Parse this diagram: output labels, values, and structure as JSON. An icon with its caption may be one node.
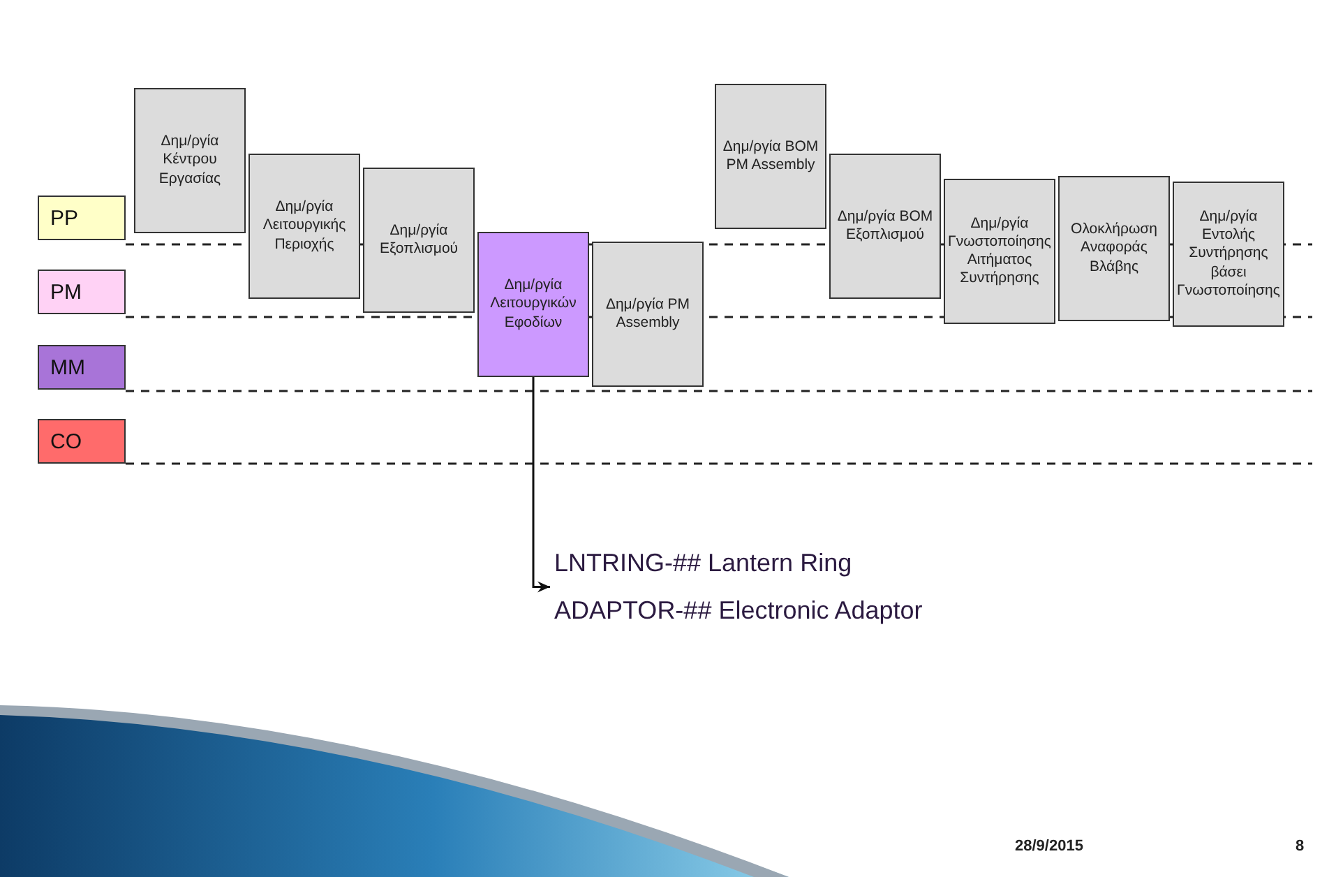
{
  "diagram": {
    "nodes": [
      {
        "text": [
          "PP"
        ]
      },
      {
        "text": [
          "PM"
        ]
      },
      {
        "text": [
          "MM"
        ]
      },
      {
        "text": [
          "CO"
        ]
      },
      {
        "text": [
          "Δημ/ργία Κέντρου Εργασίας"
        ]
      },
      {
        "text": [
          "Δημ/ργία Λειτουργικής Περιοχής"
        ]
      },
      {
        "text": [
          "Δημ/ργία Εξοπλισμού"
        ]
      },
      {
        "text": [
          "Δημ/ργία Λειτουργικών Εφοδίων"
        ]
      },
      {
        "text": [
          "Δημ/ργία PM Assembly"
        ]
      },
      {
        "text": [
          "Δημ/ργία BOM PM Assembly"
        ]
      },
      {
        "text": [
          "Δημ/ργία BOM Εξοπλισμού"
        ]
      },
      {
        "text": [
          "Δημ/ργία Γνωστοποίησης Αιτήματος Συντήρησης"
        ]
      },
      {
        "text": [
          "Ολοκλήρωση Αναφοράς Βλάβης"
        ]
      },
      {
        "text": [
          "Δημ/ργία Εντολής Συντήρησης βάσει Γνωστοποίησης"
        ]
      },
      {
        "text": [
          "LNTRING-## Lantern Ring",
          "ADAPTOR-## Electronic Adaptor"
        ]
      }
    ],
    "edges": [
      {
        "from": 7,
        "to": 14,
        "arrow": "to"
      }
    ],
    "labels": [
      "28/9/2015",
      "8"
    ]
  }
}
